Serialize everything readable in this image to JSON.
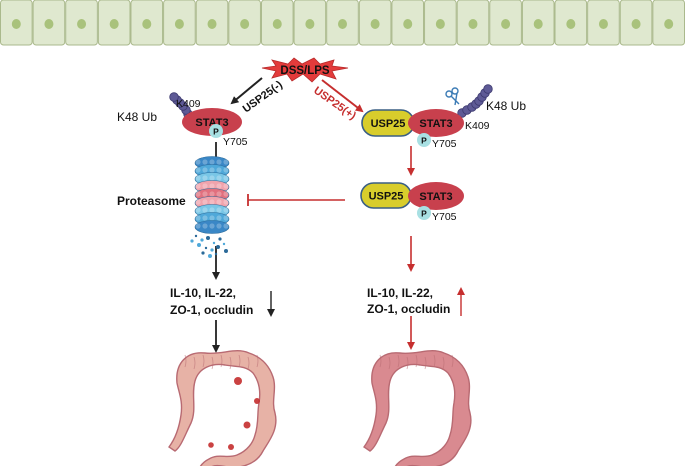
{
  "colors": {
    "epithelium_fill": "#dfe8cf",
    "epithelium_stroke": "#aab98c",
    "nucleus": "#a9c27c",
    "stat3": "#c8404d",
    "usp25": "#d8cd2c",
    "usp25_stroke": "#3a5f84",
    "phospho": "#a8e0e3",
    "ubiquitin": "#5e5a96",
    "black_path": "#222222",
    "red_path": "#c62f2f",
    "stimulus": "#e33b3b",
    "colon_light": "#e7b2a6",
    "colon_dark": "#d98a90",
    "lesion": "#c42e2e"
  },
  "stimulus": {
    "label": "DSS/LPS"
  },
  "left_branch": {
    "arrow_label": "USP25(-)",
    "ub_label": "K48 Ub",
    "site_label": "K409",
    "protein": "STAT3",
    "phospho": "P",
    "phospho_site": "Y705",
    "proteasome": "Proteasome",
    "outcome_line1": "IL-10, IL-22,",
    "outcome_line2": "ZO-1, occludin"
  },
  "right_branch": {
    "arrow_label": "USP25(+)",
    "ub_label": "K48 Ub",
    "site_label": "K409",
    "enzyme": "USP25",
    "protein": "STAT3",
    "phospho": "P",
    "phospho_site": "Y705",
    "complex_enzyme": "USP25",
    "complex_protein": "STAT3",
    "complex_phospho": "P",
    "complex_site": "Y705",
    "outcome_line1": "IL-10, IL-22,",
    "outcome_line2": "ZO-1, occludin"
  },
  "epithelium": {
    "cell_count": 21
  }
}
